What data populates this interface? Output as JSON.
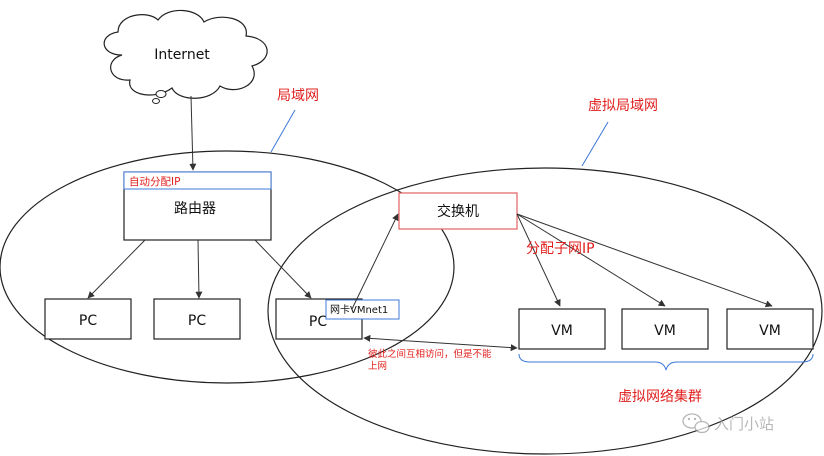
{
  "cloud": {
    "label": "Internet"
  },
  "lan_label": "局域网",
  "vlan_label": "虚拟局域网",
  "router": {
    "label": "路由器",
    "note": "自动分配IP"
  },
  "switch": {
    "label": "交换机"
  },
  "subnet_note": "分配子网IP",
  "pcs": [
    "PC",
    "PC",
    "PC"
  ],
  "nic_label": "网卡VMnet1",
  "vms": [
    "VM",
    "VM",
    "VM"
  ],
  "access_note_line1": "彼此之间互相访问，但是不能",
  "access_note_line2": "上网",
  "cluster_label": "虚拟网络集群",
  "watermark": "入门小站",
  "colors": {
    "red": "#e0201e",
    "blue": "#3c78d8",
    "black": "#222222",
    "box_red": "#e46060"
  }
}
